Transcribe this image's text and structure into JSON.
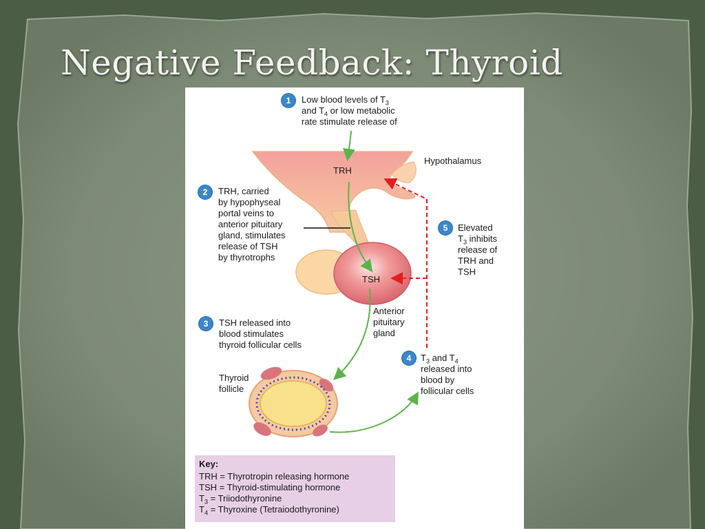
{
  "title": "Negative Feedback:  Thyroid",
  "steps": [
    {
      "number": "1",
      "line1_a": "Low blood levels of T",
      "line1_sub": "3",
      "line2_a": "and T",
      "line2_sub": "4",
      "line2_b": "  or low  metabolic",
      "line3": "rate stimulate release of"
    },
    {
      "number": "2",
      "lines": [
        "TRH, carried",
        "by hypophyseal",
        "portal veins to",
        "anterior pituitary",
        "gland, stimulates",
        "release of TSH",
        "by thyrotrophs"
      ]
    },
    {
      "number": "3",
      "lines": [
        "TSH released into",
        "blood stimulates",
        "thyroid follicular cells"
      ]
    },
    {
      "number": "4",
      "line1_a": "T",
      "line1_sub1": "3",
      "line1_b": " and T",
      "line1_sub2": "4",
      "lines": [
        "released into",
        "blood by",
        "follicular cells"
      ]
    },
    {
      "number": "5",
      "line1": "Elevated",
      "line2_a": "T",
      "line2_sub": "3",
      "line2_b": " inhibits",
      "lines": [
        "release of",
        "TRH and",
        "TSH"
      ]
    }
  ],
  "organs": {
    "trh": "TRH",
    "tsh": "TSH",
    "hypothalamus": "Hypothalamus",
    "anterior_pituitary": [
      "Anterior",
      "pituitary",
      "gland"
    ],
    "thyroid_follicle": [
      "Thyroid",
      "follicle"
    ]
  },
  "key": {
    "title": "Key:",
    "trh_line": "TRH = Thyrotropin releasing hormone",
    "tsh_line": "TSH = Thyroid-stimulating hormone",
    "t3_prefix": "T",
    "t3_sub": "3",
    "t3_rest": " = Triiodothyronine",
    "t4_prefix": "T",
    "t4_sub": "4",
    "t4_rest": " = Thyroxine (Tetraiodothyronine)"
  },
  "colors": {
    "stimulate_arrow": "#5db34a",
    "inhibit_arrow": "#e02020",
    "badge": "#3b87c8",
    "key_background": "#e7cfe6"
  }
}
